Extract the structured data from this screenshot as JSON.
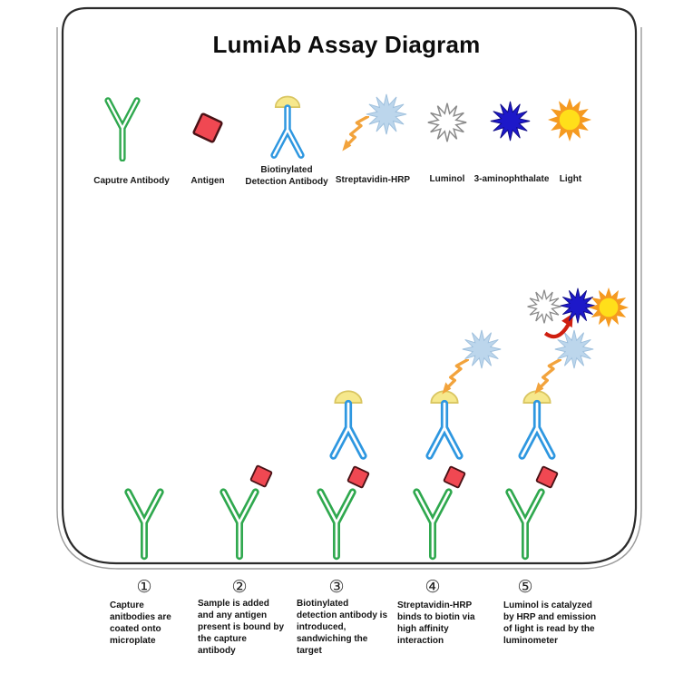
{
  "title": "LumiAb Assay Diagram",
  "legend": {
    "items": [
      {
        "label": "Caputre Antibody",
        "icon": "capture-antibody-icon",
        "color": "#2fa84e"
      },
      {
        "label": "Antigen",
        "icon": "antigen-icon",
        "color": "#f04852"
      },
      {
        "label": "Biotinylated Detection Antibody",
        "icon": "detection-antibody-icon",
        "color": "#2e97e0"
      },
      {
        "label": "Streptavidin-HRP",
        "icon": "streptavidin-hrp-icon",
        "color": "#bcd6ec"
      },
      {
        "label": "Luminol",
        "icon": "luminol-icon",
        "color": "#ffffff"
      },
      {
        "label": "3-aminophthalate",
        "icon": "aminophthalate-icon",
        "color": "#1d18c9"
      },
      {
        "label": "Light",
        "icon": "light-icon",
        "color": "#ffdf1a"
      }
    ]
  },
  "steps": [
    {
      "number": "①",
      "description": "Capture anitbodies are coated onto microplate",
      "icons": [
        "capture-antibody-icon"
      ]
    },
    {
      "number": "②",
      "description": "Sample is added and any antigen present is bound by the capture antibody",
      "icons": [
        "capture-antibody-icon",
        "antigen-icon"
      ]
    },
    {
      "number": "③",
      "description": "Biotinylated detection antibody is introduced, sandwiching the target",
      "icons": [
        "capture-antibody-icon",
        "antigen-icon",
        "detection-antibody-icon"
      ]
    },
    {
      "number": "④",
      "description": "Streptavidin-HRP binds to biotin via high affinity interaction",
      "icons": [
        "capture-antibody-icon",
        "antigen-icon",
        "detection-antibody-icon",
        "streptavidin-hrp-icon"
      ]
    },
    {
      "number": "⑤",
      "description": "Luminol is catalyzed by HRP and emission of light is read by the luminometer",
      "icons": [
        "capture-antibody-icon",
        "antigen-icon",
        "detection-antibody-icon",
        "streptavidin-hrp-icon",
        "luminol-icon",
        "aminophthalate-icon",
        "light-icon"
      ]
    }
  ],
  "colors": {
    "antibody_green": "#2fa84e",
    "antibody_blue": "#2e97e0",
    "biotin_yellow": "#f6e88c",
    "antigen_red": "#f04852",
    "streptavidin_blue": "#bcd6ec",
    "aminophthalate_blue": "#1d18c9",
    "sun_yellow": "#ffdf1a",
    "sun_orange": "#f59a20",
    "arrow_orange": "#f2a33c",
    "arrow_red": "#cf1f10",
    "plate_outline": "#2b2b2b"
  }
}
